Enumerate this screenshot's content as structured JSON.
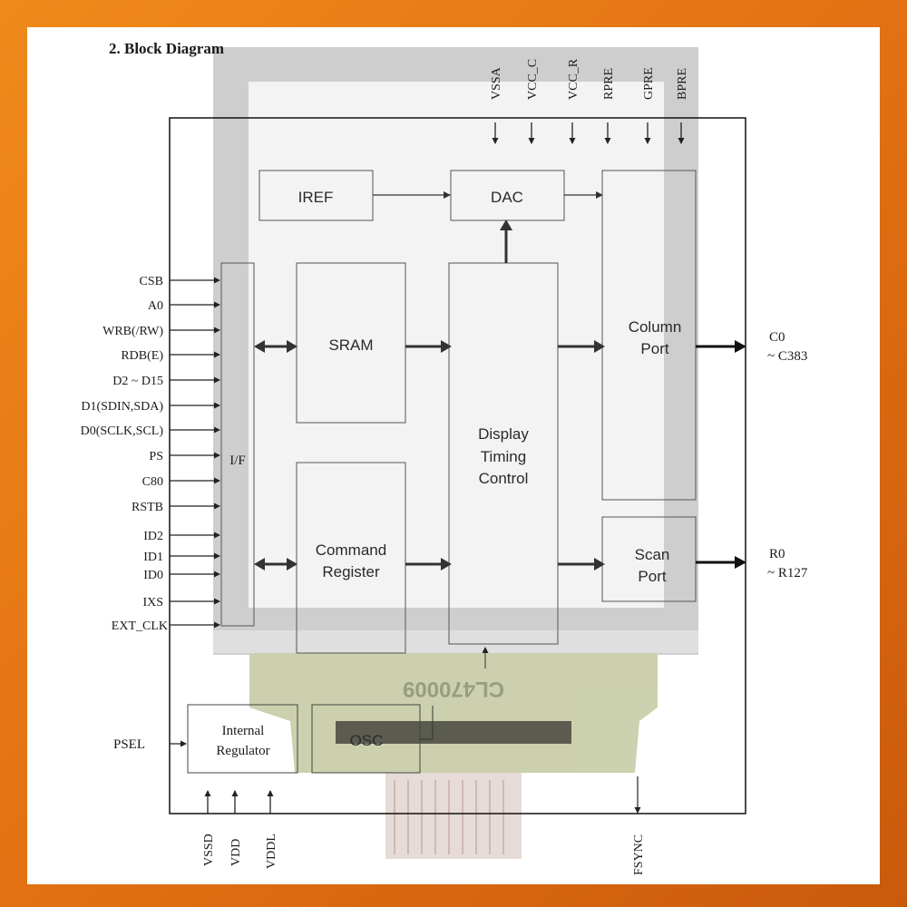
{
  "heading": "2. Block Diagram",
  "blocks": {
    "iref": "IREF",
    "dac": "DAC",
    "sram": "SRAM",
    "cmd_l1": "Command",
    "cmd_l2": "Register",
    "dtc_l1": "Display",
    "dtc_l2": "Timing",
    "dtc_l3": "Control",
    "col_l1": "Column",
    "col_l2": "Port",
    "scan_l1": "Scan",
    "scan_l2": "Port",
    "iface": "I/F",
    "reg_l1": "Internal",
    "reg_l2": "Regulator",
    "osc": "OSC"
  },
  "top_pins": [
    "VSSA",
    "VCC_C",
    "VCC_R",
    "RPRE",
    "GPRE",
    "BPRE"
  ],
  "left_pins": [
    "CSB",
    "A0",
    "WRB(/RW)",
    "RDB(E)",
    "D2 ~ D15",
    "D1(SDIN,SDA)",
    "D0(SCLK,SCL)",
    "PS",
    "C80",
    "RSTB",
    "ID2",
    "ID1",
    "ID0",
    "IXS",
    "EXT_CLK"
  ],
  "psel": "PSEL",
  "bottom_pins": [
    "VSSD",
    "VDD",
    "VDDL"
  ],
  "fsync": "FSYNC",
  "outputs": {
    "col_a": "C0",
    "col_b": "~ C383",
    "row_a": "R0",
    "row_b": "~ R127"
  },
  "panel_marking": "CL470009",
  "colors": {
    "frame": "#111111",
    "panel": "#c9c9c9",
    "glass": "#f2f2f2",
    "fpc": "#b9bf95",
    "background": "#e8791a"
  }
}
